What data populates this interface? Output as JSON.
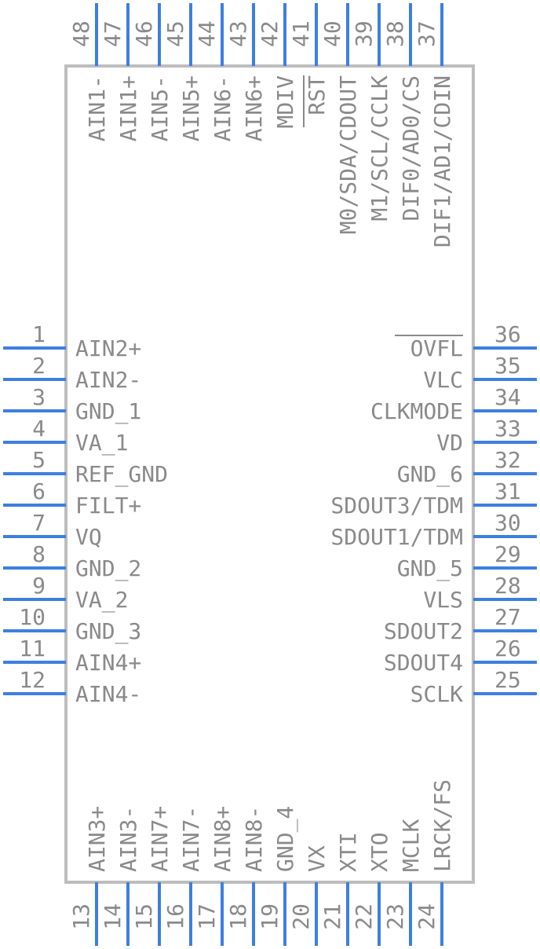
{
  "colors": {
    "pin": "#3d7fe0",
    "body": "#bdbdbd",
    "text": "#8a8a8a"
  },
  "pins": {
    "left": [
      {
        "num": "1",
        "label": "AIN2+"
      },
      {
        "num": "2",
        "label": "AIN2-"
      },
      {
        "num": "3",
        "label": "GND_1"
      },
      {
        "num": "4",
        "label": "VA_1"
      },
      {
        "num": "5",
        "label": "REF_GND"
      },
      {
        "num": "6",
        "label": "FILT+"
      },
      {
        "num": "7",
        "label": "VQ"
      },
      {
        "num": "8",
        "label": "GND_2"
      },
      {
        "num": "9",
        "label": "VA_2"
      },
      {
        "num": "10",
        "label": "GND_3"
      },
      {
        "num": "11",
        "label": "AIN4+"
      },
      {
        "num": "12",
        "label": "AIN4-"
      }
    ],
    "bottom": [
      {
        "num": "13",
        "label": "AIN3+"
      },
      {
        "num": "14",
        "label": "AIN3-"
      },
      {
        "num": "15",
        "label": "AIN7+"
      },
      {
        "num": "16",
        "label": "AIN7-"
      },
      {
        "num": "17",
        "label": "AIN8+"
      },
      {
        "num": "18",
        "label": "AIN8-"
      },
      {
        "num": "19",
        "label": "GND_4"
      },
      {
        "num": "20",
        "label": "VX"
      },
      {
        "num": "21",
        "label": "XTI"
      },
      {
        "num": "22",
        "label": "XTO"
      },
      {
        "num": "23",
        "label": "MCLK"
      },
      {
        "num": "24",
        "label": "LRCK/FS"
      }
    ],
    "right": [
      {
        "num": "25",
        "label": "SCLK"
      },
      {
        "num": "26",
        "label": "SDOUT4"
      },
      {
        "num": "27",
        "label": "SDOUT2"
      },
      {
        "num": "28",
        "label": "VLS"
      },
      {
        "num": "29",
        "label": "GND_5"
      },
      {
        "num": "30",
        "label": "SDOUT1/TDM"
      },
      {
        "num": "31",
        "label": "SDOUT3/TDM"
      },
      {
        "num": "32",
        "label": "GND_6"
      },
      {
        "num": "33",
        "label": "VD"
      },
      {
        "num": "34",
        "label": "CLKMODE"
      },
      {
        "num": "35",
        "label": "VLC"
      },
      {
        "num": "36",
        "label": "OVFL"
      }
    ],
    "top": [
      {
        "num": "37",
        "label": "DIF1/AD1/CDIN"
      },
      {
        "num": "38",
        "label": "DIF0/AD0/CS"
      },
      {
        "num": "39",
        "label": "M1/SCL/CCLK"
      },
      {
        "num": "40",
        "label": "M0/SDA/CDOUT"
      },
      {
        "num": "41",
        "label": "RST"
      },
      {
        "num": "42",
        "label": "MDIV"
      },
      {
        "num": "43",
        "label": "AIN6+"
      },
      {
        "num": "44",
        "label": "AIN6-"
      },
      {
        "num": "45",
        "label": "AIN5+"
      },
      {
        "num": "46",
        "label": "AIN5-"
      },
      {
        "num": "47",
        "label": "AIN1+"
      },
      {
        "num": "48",
        "label": "AIN1-"
      }
    ]
  }
}
